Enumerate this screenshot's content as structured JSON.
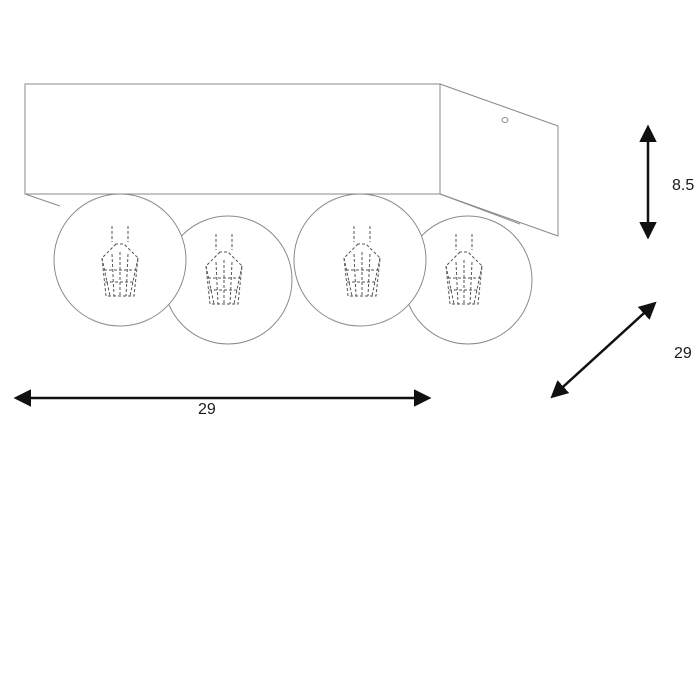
{
  "dimensions": {
    "height": "8.5",
    "depth": "29",
    "width": "29"
  },
  "colors": {
    "outline": "#8a8a8a",
    "dashed": "#555555",
    "arrow": "#111111",
    "text": "#1a1a1a"
  }
}
